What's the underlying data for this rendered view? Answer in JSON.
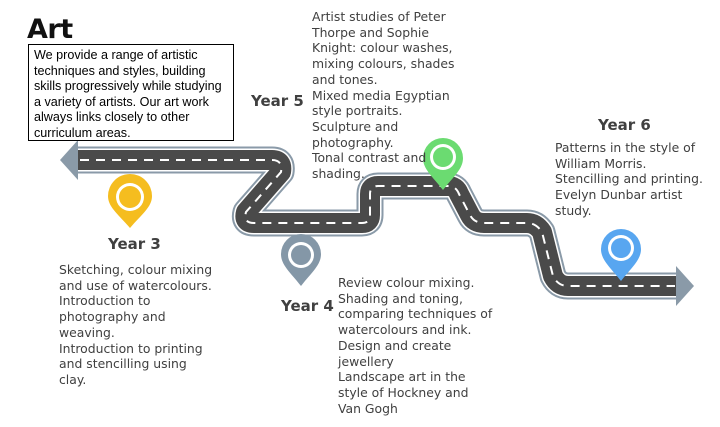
{
  "title": "Art",
  "intro": [
    "We provide a range of artistic",
    "techniques and styles, building",
    "skills progressively while studying",
    "a variety of artists. Our art work",
    "always links closely to other",
    "curriculum areas."
  ],
  "years": {
    "y3": {
      "label": "Year 3",
      "lines": [
        "Sketching, colour mixing",
        "and use of watercolours.",
        "Introduction to",
        "photography and",
        "weaving.",
        "Introduction to printing",
        "and stencilling using",
        "clay."
      ]
    },
    "y4": {
      "label": "Year 4",
      "lines": [
        "Review colour mixing.",
        "Shading and toning,",
        "comparing techniques of",
        "watercolours and ink.",
        "Design and create",
        "jewellery",
        "Landscape art in the",
        "style of Hockney and",
        "Van Gogh"
      ]
    },
    "y5": {
      "label": "Year 5",
      "lines": [
        "Artist studies of Peter",
        "Thorpe and Sophie",
        "Knight: colour washes,",
        "mixing colours, shades",
        "and tones.",
        "Mixed media Egyptian",
        "style portraits.",
        "Sculpture and",
        "photography.",
        "Tonal contrast and",
        "shading."
      ]
    },
    "y6": {
      "label": "Year 6",
      "lines": [
        "Patterns in the style of",
        "William Morris.",
        "Stencilling and printing.",
        "Evelyn Dunbar artist",
        "study."
      ]
    }
  },
  "colors": {
    "road": "#4a4a4a",
    "road_border": "#8a9aa8",
    "pin_y3": "#f5bd1f",
    "pin_y4": "#8497a7",
    "pin_y5": "#6bdb71",
    "pin_y6": "#58a6f0",
    "text": "#404040"
  }
}
